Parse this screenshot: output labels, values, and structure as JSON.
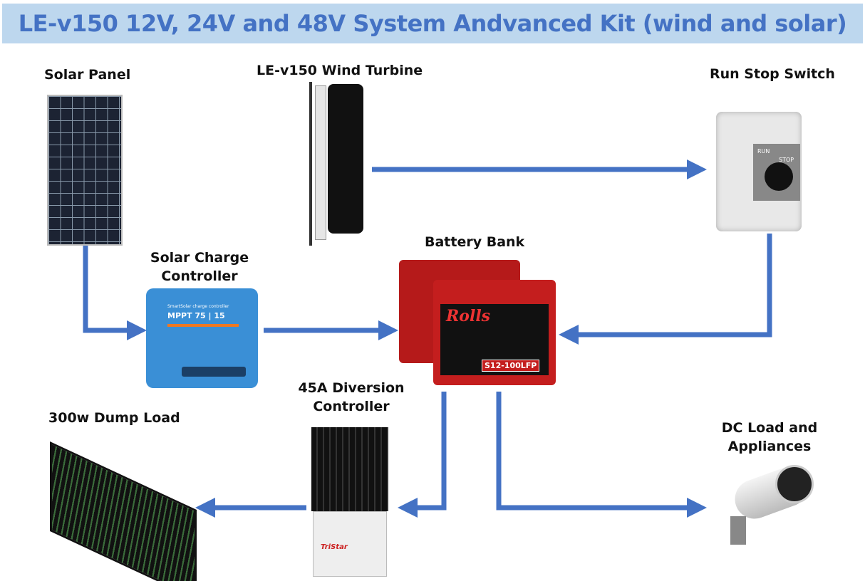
{
  "title": "LE-v150 12V, 24V and 48V System Andvanced Kit (wind and solar)",
  "colors": {
    "title_bg": "#bdd7ee",
    "title_text": "#4472c4",
    "arrow": "#4472c4"
  },
  "nodes": {
    "solar_panel": "Solar Panel",
    "wind_turbine": "LE-v150 Wind Turbine",
    "run_stop_switch": "Run Stop Switch",
    "charge_controller_line1": "Solar Charge",
    "charge_controller_line2": "Controller",
    "battery_bank": "Battery Bank",
    "diversion_line1": "45A Diversion",
    "diversion_line2": "Controller",
    "dump_load": "300w Dump Load",
    "dc_load_line1": "DC Load and",
    "dc_load_line2": "Appliances"
  },
  "device_text": {
    "controller_model": "MPPT 75 | 15",
    "controller_brand": "SmartSolar charge controller",
    "battery_brand": "Rolls",
    "battery_model": "S12-100LFP",
    "switch_run": "RUN",
    "switch_stop": "STOP",
    "diversion_brand": "TriStar"
  },
  "edges": [
    {
      "from": "wind_turbine",
      "to": "run_stop_switch"
    },
    {
      "from": "solar_panel",
      "to": "charge_controller"
    },
    {
      "from": "charge_controller",
      "to": "battery_bank"
    },
    {
      "from": "run_stop_switch",
      "to": "battery_bank"
    },
    {
      "from": "battery_bank",
      "to": "diversion_controller"
    },
    {
      "from": "battery_bank",
      "to": "dc_load"
    },
    {
      "from": "diversion_controller",
      "to": "dump_load"
    }
  ]
}
